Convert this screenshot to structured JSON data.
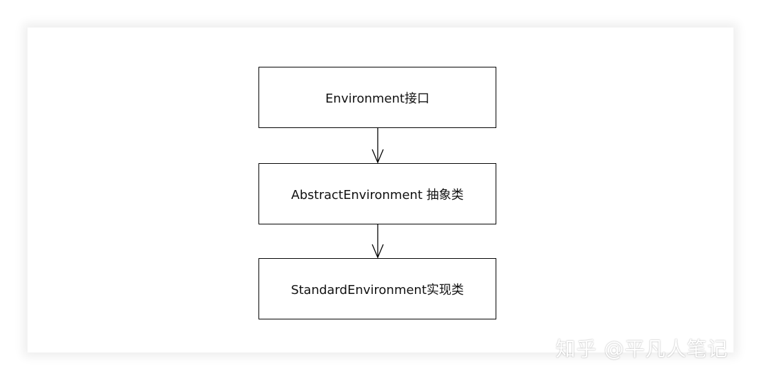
{
  "diagram": {
    "nodes": [
      {
        "label": "Environment接口"
      },
      {
        "label": "AbstractEnvironment 抽象类"
      },
      {
        "label": "StandardEnvironment实现类"
      }
    ],
    "edges": [
      {
        "from": 0,
        "to": 1
      },
      {
        "from": 1,
        "to": 2
      }
    ]
  },
  "watermark": "知乎 @平凡人笔记",
  "colors": {
    "stroke": "#000000",
    "background": "#ffffff"
  }
}
